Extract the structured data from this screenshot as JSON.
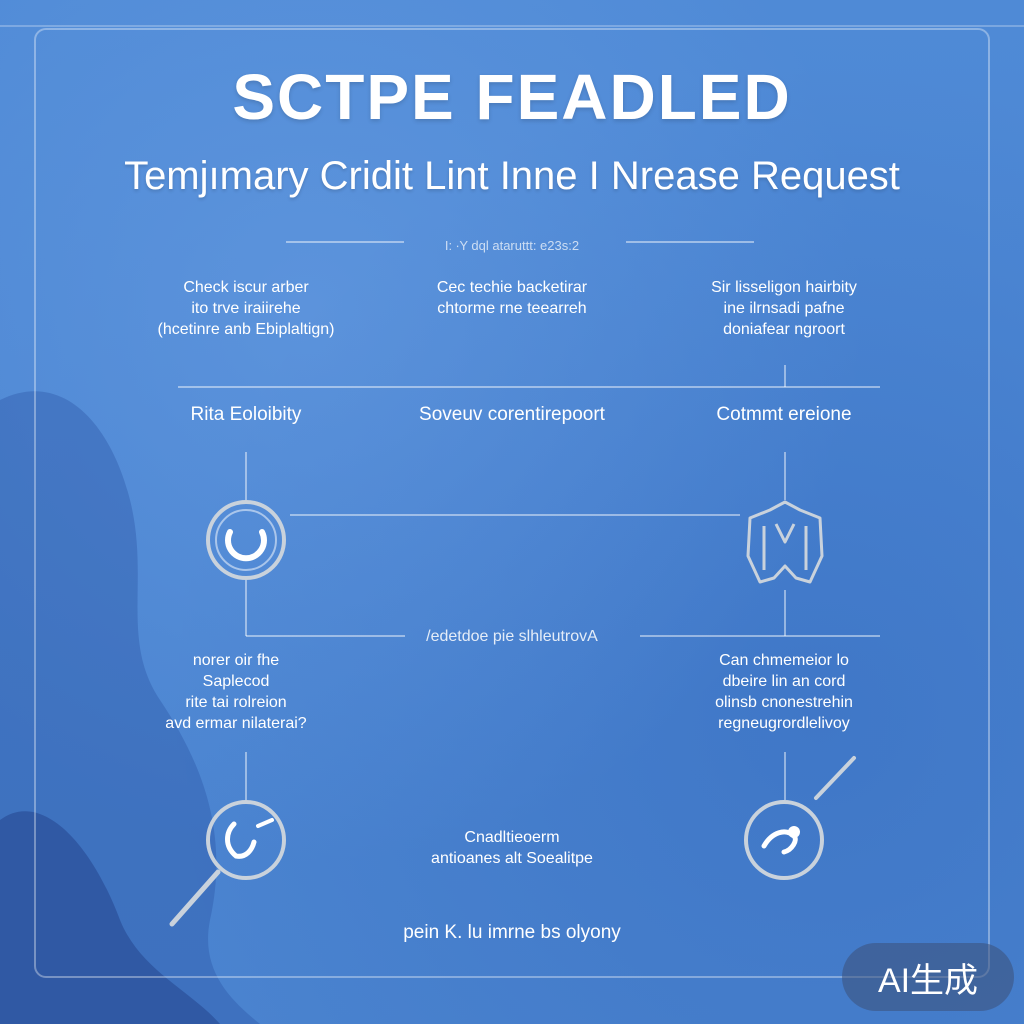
{
  "title": "SCTPE FEADLED",
  "subtitle": "Temjımary Cridit Lint Inne I Nrease Request",
  "caption": "I: ∙Y dql ataruttt: e23s:2",
  "row1": {
    "left_desc": "Check iscur arber\nito trve iraiirehe\n(hcetinre anb Ebiplaltign)",
    "center_desc": "Cec techie backetirar\nchtorme rne teearreh",
    "right_desc": "Sir lisseligon hairbity\nine ilrnsadi pafne\ndoniafear ngroort"
  },
  "row2": {
    "left_head": "Rita Eoloibity",
    "center_head": "Soveuv corentirepoort",
    "right_head": "Cotmmt ereione"
  },
  "row3": {
    "mid_label": "/edetdoe pie slhleutrovA",
    "left_desc": "norer oir fhe\nSaplecod\nrite tai rolreion\navd ermar nilaterai?",
    "right_desc": "Can chmemeior lo\ndbeire lin an cord\nolinsb cnonestrehin\nregneugrordlelivoy"
  },
  "row4": {
    "center_desc": "Cnadltieoerm\nantioanes alt Soealitpe"
  },
  "footer": "pein K.  lu imrne bs olyony",
  "badge": "AI生成",
  "icons": {
    "top_left": "cycle-icon",
    "top_right": "shield-icon",
    "bottom_left": "leaf-icon",
    "bottom_right": "bird-icon"
  },
  "colors": {
    "background": "#4a86d4",
    "text": "#ffffff",
    "icon_ring": "#c9d2dc"
  }
}
